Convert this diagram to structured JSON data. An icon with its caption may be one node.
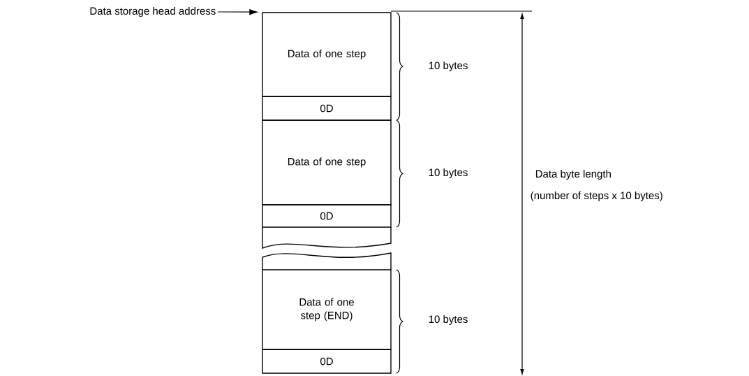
{
  "diagram": {
    "nodes": [
      {
        "text": [
          "Data storage head address"
        ]
      },
      {
        "text": [
          "Data of one step"
        ]
      },
      {
        "text": [
          "0D"
        ]
      },
      {
        "text": [
          "Data of one step"
        ]
      },
      {
        "text": [
          "0D"
        ]
      },
      {
        "text": [
          "Data of one step (END)"
        ]
      },
      {
        "text": [
          "0D"
        ]
      }
    ],
    "edges": [
      {
        "from": 0,
        "to": 1,
        "arrow": "to"
      }
    ],
    "labels": [
      "10 bytes",
      "10 bytes",
      "Data byte length",
      "(number of steps x 10 bytes)",
      "10 bytes"
    ]
  }
}
